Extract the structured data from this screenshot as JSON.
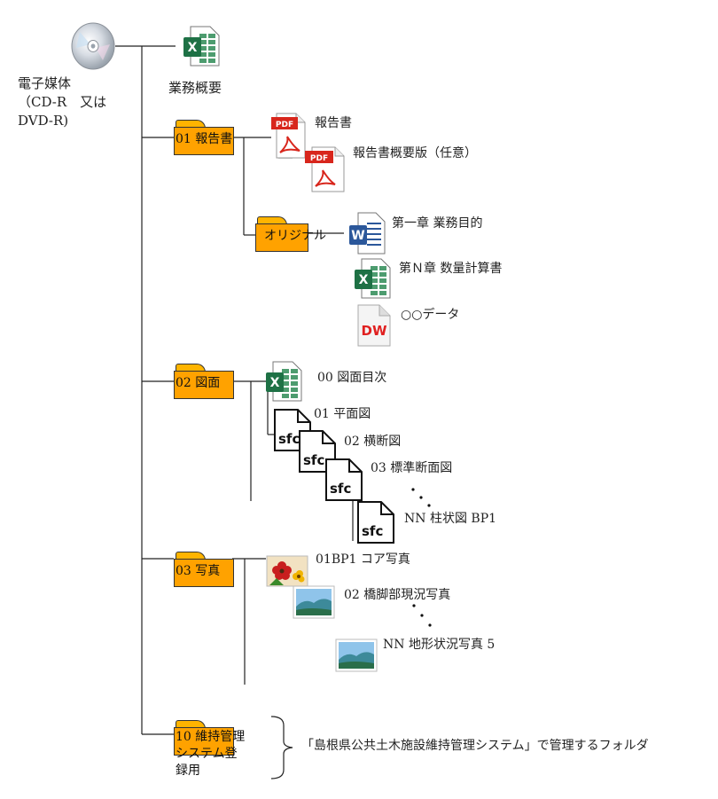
{
  "root": {
    "label": "電子媒体\n（CD-R　又は\nDVD-R)",
    "icon": "disc-icon"
  },
  "top_file": {
    "label": "業務概要",
    "icon": "excel-icon"
  },
  "folders": {
    "f01": {
      "label": "01 報告書"
    },
    "orig": {
      "label": "オリジナル"
    },
    "f02": {
      "label": "02 図面"
    },
    "f03": {
      "label": "03 写真"
    },
    "f10": {
      "label": "10 維持管理\nシステム登\n録用"
    }
  },
  "reports": [
    {
      "label": "報告書",
      "icon": "pdf-icon"
    },
    {
      "label": "報告書概要版（任意）",
      "icon": "pdf-icon"
    }
  ],
  "originals": [
    {
      "label": "第一章 業務目的",
      "icon": "word-icon"
    },
    {
      "label": "第Ｎ章 数量計算書",
      "icon": "excel-icon"
    },
    {
      "label": "○○データ",
      "icon": "dw-icon"
    }
  ],
  "drawings": [
    {
      "label": "00 図面目次",
      "icon": "excel-icon"
    },
    {
      "label": "01 平面図",
      "icon": "sfc-file-icon"
    },
    {
      "label": "02 横断図",
      "icon": "sfc-file-icon"
    },
    {
      "label": "03 標準断面図",
      "icon": "sfc-file-icon"
    },
    {
      "label": "NN 柱状図 BP1",
      "icon": "sfc-file-icon"
    }
  ],
  "sfc_text": "sfc",
  "photos": [
    {
      "label": "01BP1 コア写真",
      "icon": "flower-photo-icon"
    },
    {
      "label": "02 橋脚部現況写真",
      "icon": "landscape-photo-icon"
    },
    {
      "label": "NN 地形状況写真 5",
      "icon": "landscape-photo-icon"
    }
  ],
  "maintenance_note": "「島根県公共土木施設維持管理システム」で管理するフォルダ",
  "badges": {
    "pdf": "PDF",
    "excel": "X",
    "word": "W",
    "dw": "DW"
  },
  "colors": {
    "folder": "#ffa200",
    "excel": "#1e7145",
    "word": "#2b579a",
    "pdf": "#d8261c",
    "dw": "#e02020"
  }
}
